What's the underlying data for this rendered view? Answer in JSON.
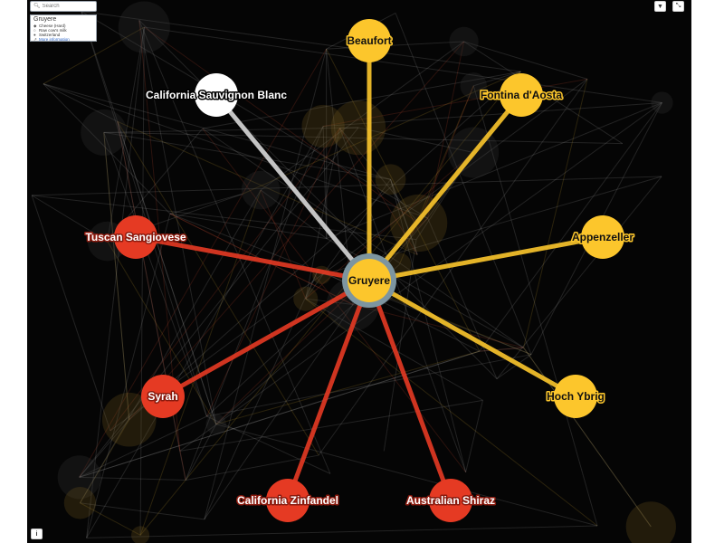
{
  "search": {
    "placeholder": "Search",
    "icon": "search-icon"
  },
  "info": {
    "title": "Gruyere",
    "rows": [
      {
        "icon": "tag-icon",
        "text": "Cheese (Hard)"
      },
      {
        "icon": "milk-icon",
        "text": "Raw cow's milk"
      },
      {
        "icon": "location-icon",
        "text": "Switzerland"
      },
      {
        "icon": "external-link-icon",
        "text": "More information"
      }
    ]
  },
  "buttons": {
    "filter_icon": "filter-icon",
    "expand_icon": "expand-icon",
    "info_label": "i"
  },
  "colors": {
    "background": "#050505",
    "cheese": "#fcc62c",
    "red_wine": "#e53a23",
    "white_wine": "#ffffff",
    "center_ring": "#7d95a0"
  },
  "graph": {
    "center": {
      "id": "gruyere",
      "label": "Gruyere",
      "category": "cheese"
    },
    "nodes": [
      {
        "id": "beaufort",
        "label": "Beaufort",
        "category": "cheese"
      },
      {
        "id": "fontina",
        "label": "Fontina d'Aosta",
        "category": "cheese"
      },
      {
        "id": "appenzeller",
        "label": "Appenzeller",
        "category": "cheese"
      },
      {
        "id": "hoch-ybrig",
        "label": "Hoch Ybrig",
        "category": "cheese"
      },
      {
        "id": "australian-shiraz",
        "label": "Australian Shiraz",
        "category": "red_wine"
      },
      {
        "id": "california-zinfandel",
        "label": "California Zinfandel",
        "category": "red_wine"
      },
      {
        "id": "syrah",
        "label": "Syrah",
        "category": "red_wine"
      },
      {
        "id": "tuscan-sangiovese",
        "label": "Tuscan Sangiovese",
        "category": "red_wine"
      },
      {
        "id": "california-sauvignon-blanc",
        "label": "California Sauvignon Blanc",
        "category": "white_wine"
      }
    ]
  }
}
